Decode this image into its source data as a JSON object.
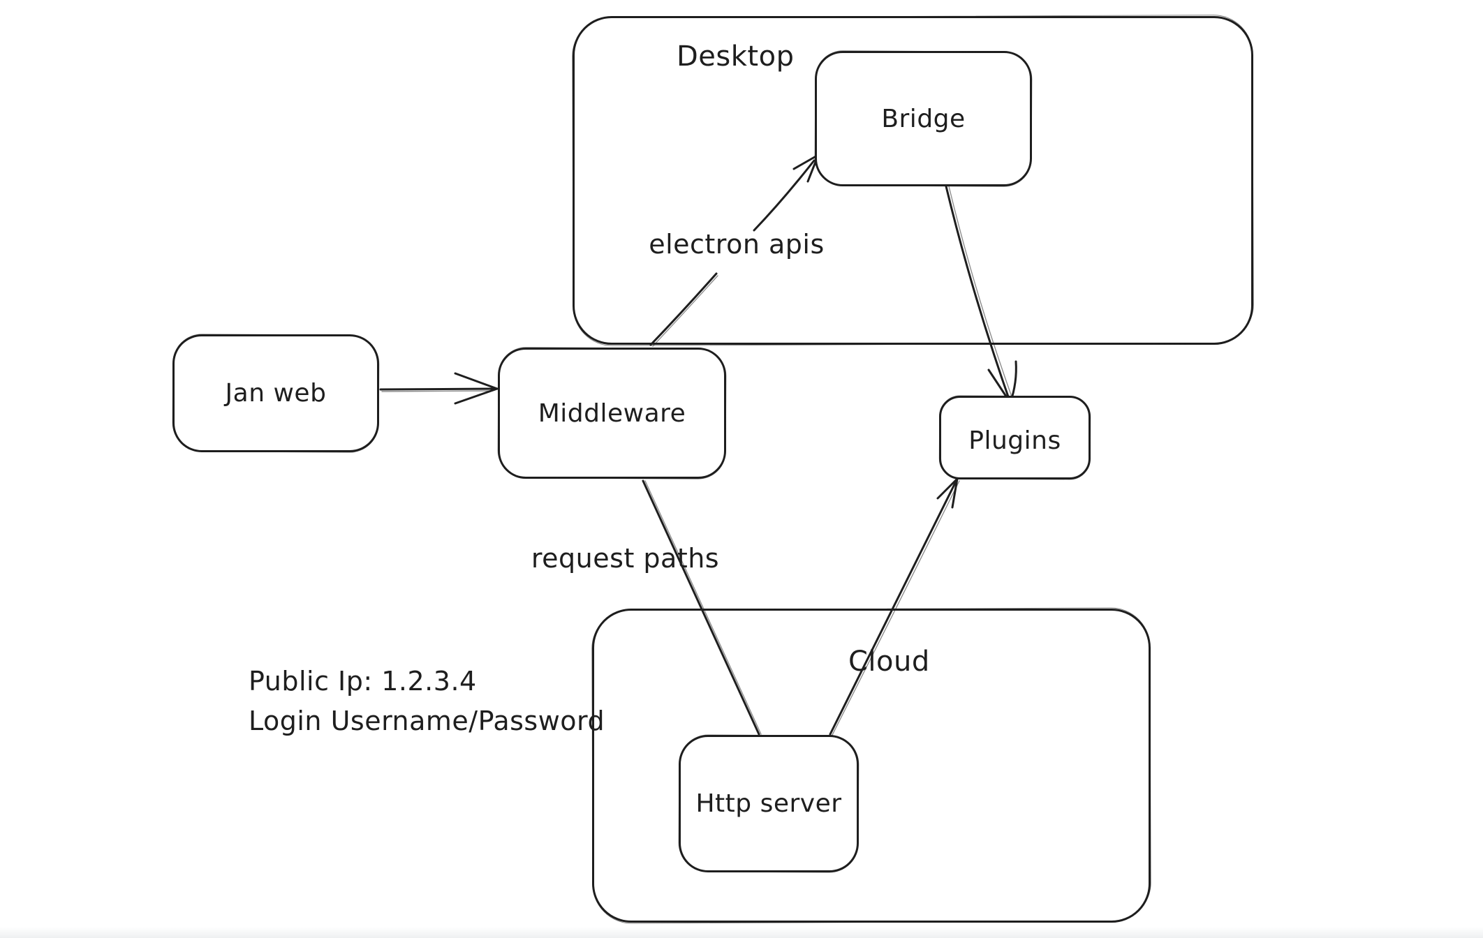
{
  "diagram": {
    "background_color": "#ffffff",
    "stroke_color": "#1e1e1e",
    "containers": [
      {
        "id": "desktop",
        "label": "Desktop"
      },
      {
        "id": "cloud",
        "label": "Cloud"
      }
    ],
    "nodes": [
      {
        "id": "jan-web",
        "label": "Jan web",
        "container": null
      },
      {
        "id": "bridge",
        "label": "Bridge",
        "container": "desktop"
      },
      {
        "id": "middleware",
        "label": "Middleware",
        "container": null
      },
      {
        "id": "plugins",
        "label": "Plugins",
        "container": null
      },
      {
        "id": "http-server",
        "label": "Http server",
        "container": "cloud"
      }
    ],
    "edges": [
      {
        "from": "jan-web",
        "to": "middleware",
        "label": "",
        "arrowhead": "open-chevron"
      },
      {
        "from": "middleware",
        "to": "bridge",
        "label": "electron apis",
        "arrowhead": "open"
      },
      {
        "from": "bridge",
        "to": "plugins",
        "label": "",
        "arrowhead": "open"
      },
      {
        "from": "middleware",
        "to": "http-server",
        "label": "request paths",
        "arrowhead": "none"
      },
      {
        "from": "http-server",
        "to": "plugins",
        "label": "",
        "arrowhead": "open"
      }
    ],
    "annotation": {
      "line1": "Public Ip: 1.2.3.4",
      "line2": "Login Username/Password"
    }
  }
}
